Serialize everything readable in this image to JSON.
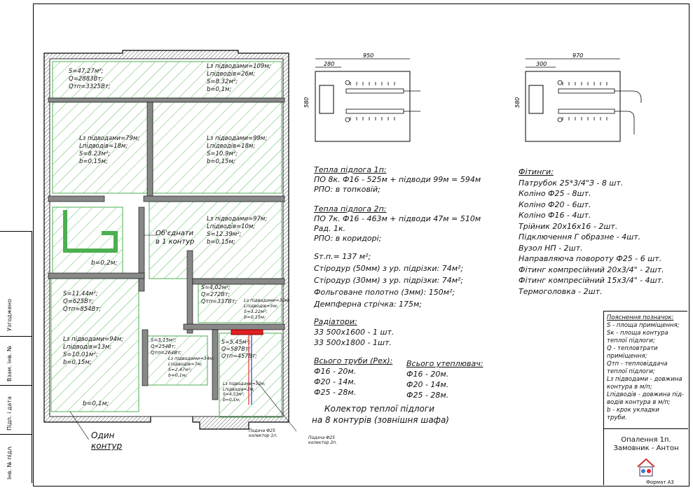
{
  "sidebar": {
    "labels": [
      "Узгоджено",
      "Взам. інв. №",
      "Підп. і дата",
      "Інв. № підл."
    ]
  },
  "plan": {
    "rooms": [
      {
        "lines": [
          "S=47,27м²;",
          "Q=2883Вт;",
          "Qтп=3325Вт;"
        ]
      },
      {
        "lines": [
          "Lз підводами=109м;",
          "Lпідводів=26м;",
          "S=8.32м²;",
          "b=0,1м;"
        ]
      },
      {
        "lines": [
          "Lз підводами=79м;",
          "Lпідводів=18м;",
          "S=8.23м²;",
          "b=0,15м;"
        ]
      },
      {
        "lines": [
          "Lз підводами=99м;",
          "Lпідводів=18м;",
          "S=10.9м²;",
          "b=0,15м;"
        ]
      },
      {
        "lines": [
          "Lз підводами=97м;",
          "Lпідводів=10м;",
          "S=12.39м²;",
          "b=0,15м;"
        ]
      },
      {
        "lines": [
          "S=11,44м²;",
          "Q=625Вт;",
          "Qтп=854Вт;"
        ]
      },
      {
        "lines": [
          "Lз підводами=94м;",
          "Lпідводів=13м;",
          "S=10,01м²;",
          "b=0,15м;"
        ]
      },
      {
        "lines": [
          "S=4,02м²;",
          "Q=272Вт;",
          "Qтп=337Вт;"
        ]
      },
      {
        "lines": [
          "Lз підводами=30м;",
          "Lпідводів=5м;",
          "S=3.22м²;",
          "b=0,15м;"
        ]
      },
      {
        "lines": [
          "S=3,15м²;",
          "Q=254Вт;",
          "Qтп=264Вт;"
        ]
      },
      {
        "lines": [
          "Lз підводами=34м;",
          "Lпідводів=7м;",
          "S=2.47м²;",
          "b=0,1м;"
        ]
      },
      {
        "lines": [
          "S=5,45м²;",
          "Q=587Вт;",
          "Qтп=457Вт;"
        ]
      },
      {
        "lines": [
          "Lз підводами=52м;",
          "Lпідводів=2м;",
          "S=4,53м²;",
          "b=0,1м;"
        ]
      }
    ],
    "corridor_b": "b=0,2м;",
    "bottom_b": "b=0,1м;",
    "combine_note": [
      "Об'єднати",
      "в 1 контур"
    ],
    "one_contour_note": [
      "Один",
      "контур"
    ],
    "supply_note": [
      "Подача Ф25",
      "колектор 1п."
    ],
    "return_note": [
      "Подача Ф25",
      "колектор 2п."
    ],
    "collector_note": [
      "Колектор теплої підлоги",
      "на 8 контурів (зовнішня шафа)"
    ]
  },
  "cabinets": [
    {
      "width": "950",
      "offset": "280",
      "height": "580"
    },
    {
      "width": "970",
      "offset": "300",
      "height": "580"
    }
  ],
  "notes": {
    "floor1_title": "Тепла підлога 1п:",
    "floor1_lines": [
      "ПО 8к. Ф16 - 525м + підводи 99м = 594м",
      "РПО: в топковій;"
    ],
    "floor2_title": "Тепла підлога 2п:",
    "floor2_lines": [
      "ПО 7к. Ф16 - 463м + підводи 47м = 510м",
      "Рад. 1к.",
      "РПО: в коридорі;"
    ],
    "materials": [
      "Sт.п.= 137 м²;",
      "Стіродур (50мм) з ур. підрізки: 74м²;",
      "Стіродур (30мм) з ур. підрізки: 74м²;",
      "Фольговане полотно (3мм): 150м²;",
      "Демпферна стрічка: 175м;"
    ],
    "radiators_title": "Радіатори:",
    "radiators": [
      "33 500х1600 - 1 шт.",
      "33 500х1800 - 1шт."
    ],
    "pipes_total_title": "Всього труби (Рех):",
    "pipes_total": [
      "Ф16 - 20м.",
      "Ф20 - 14м.",
      "Ф25 - 28м."
    ],
    "insulation_title": "Всього утеплювач:",
    "insulation": [
      "Ф16 - 20м.",
      "Ф20 - 14м.",
      "Ф25 - 28м."
    ],
    "fittings_title": "Фітинги:",
    "fittings": [
      "Патрубок 25*3/4\"З - 8 шт.",
      "Коліно Ф25 - 8шт.",
      "Коліно Ф20 - 6шт.",
      "Коліно Ф16 - 4шт.",
      "Трійник 20х16х16 - 2шт.",
      "Підключення Г образне - 4шт.",
      "Вузол НП - 2шт.",
      "Направляюча повороту Ф25 - 6 шт.",
      "Фітинг компресійний 20х3/4\" - 2шт.",
      "Фітинг компресійний 15х3/4\" - 4шт.",
      "Термоголовка - 2шт."
    ]
  },
  "legend": {
    "title": "Пояснення позначок:",
    "lines": [
      "S - площа приміщення;",
      "Sк - площа контура",
      "теплої підлоги;",
      "Q - тепловтрати",
      "приміщення;",
      "Qтп - тепловіддача",
      "теплої підлоги;",
      "Lз підводами - довжина",
      "контура в м/п;",
      "Lпідводів - довжина під-",
      "водів контура в м/п;",
      "b - крок укладки",
      "труби."
    ]
  },
  "title_block": {
    "line1": "Опалення 1п.",
    "line2": "Замовник - Антон",
    "format": "Формат А3"
  }
}
